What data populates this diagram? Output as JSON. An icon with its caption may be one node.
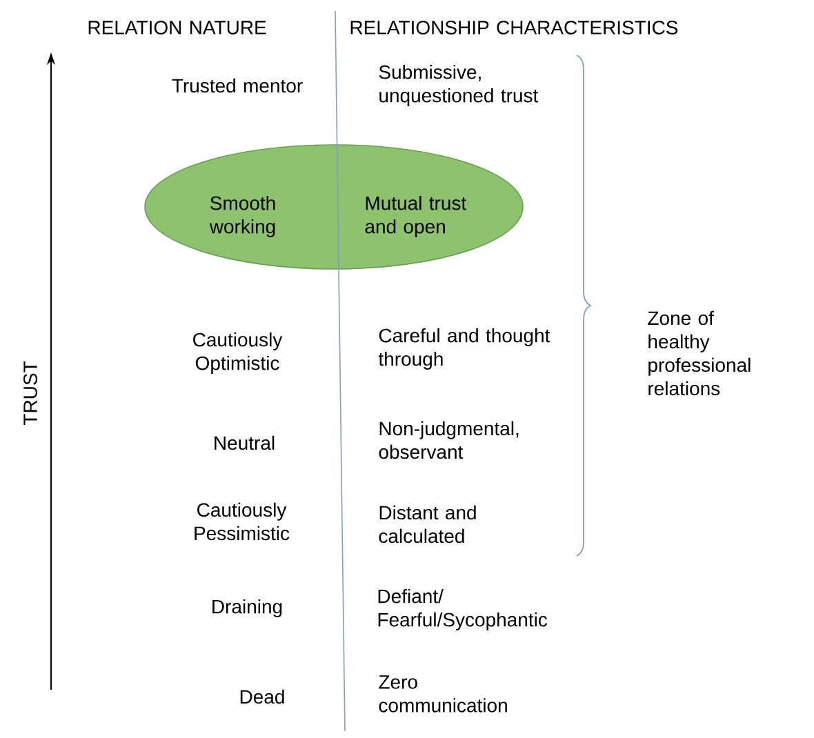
{
  "diagram": {
    "nodes": [
      {
        "text": [
          "Smooth working",
          "Mutual trust and open"
        ]
      }
    ],
    "labels": [
      "RELATION NATURE",
      "RELATIONSHIP CHARACTERISTICS",
      "Trusted mentor",
      "Submissive, unquestioned trust",
      "Cautiously Optimistic",
      "Careful and thought through",
      "Zone of healthy professional relations",
      "TRUST",
      "Neutral",
      "Non-judgmental, observant",
      "Cautiously Pessimistic",
      "Distant and calculated",
      "Draining",
      "Defiant/ Fearful/Sycophantic",
      "Dead",
      "Zero communication"
    ]
  }
}
